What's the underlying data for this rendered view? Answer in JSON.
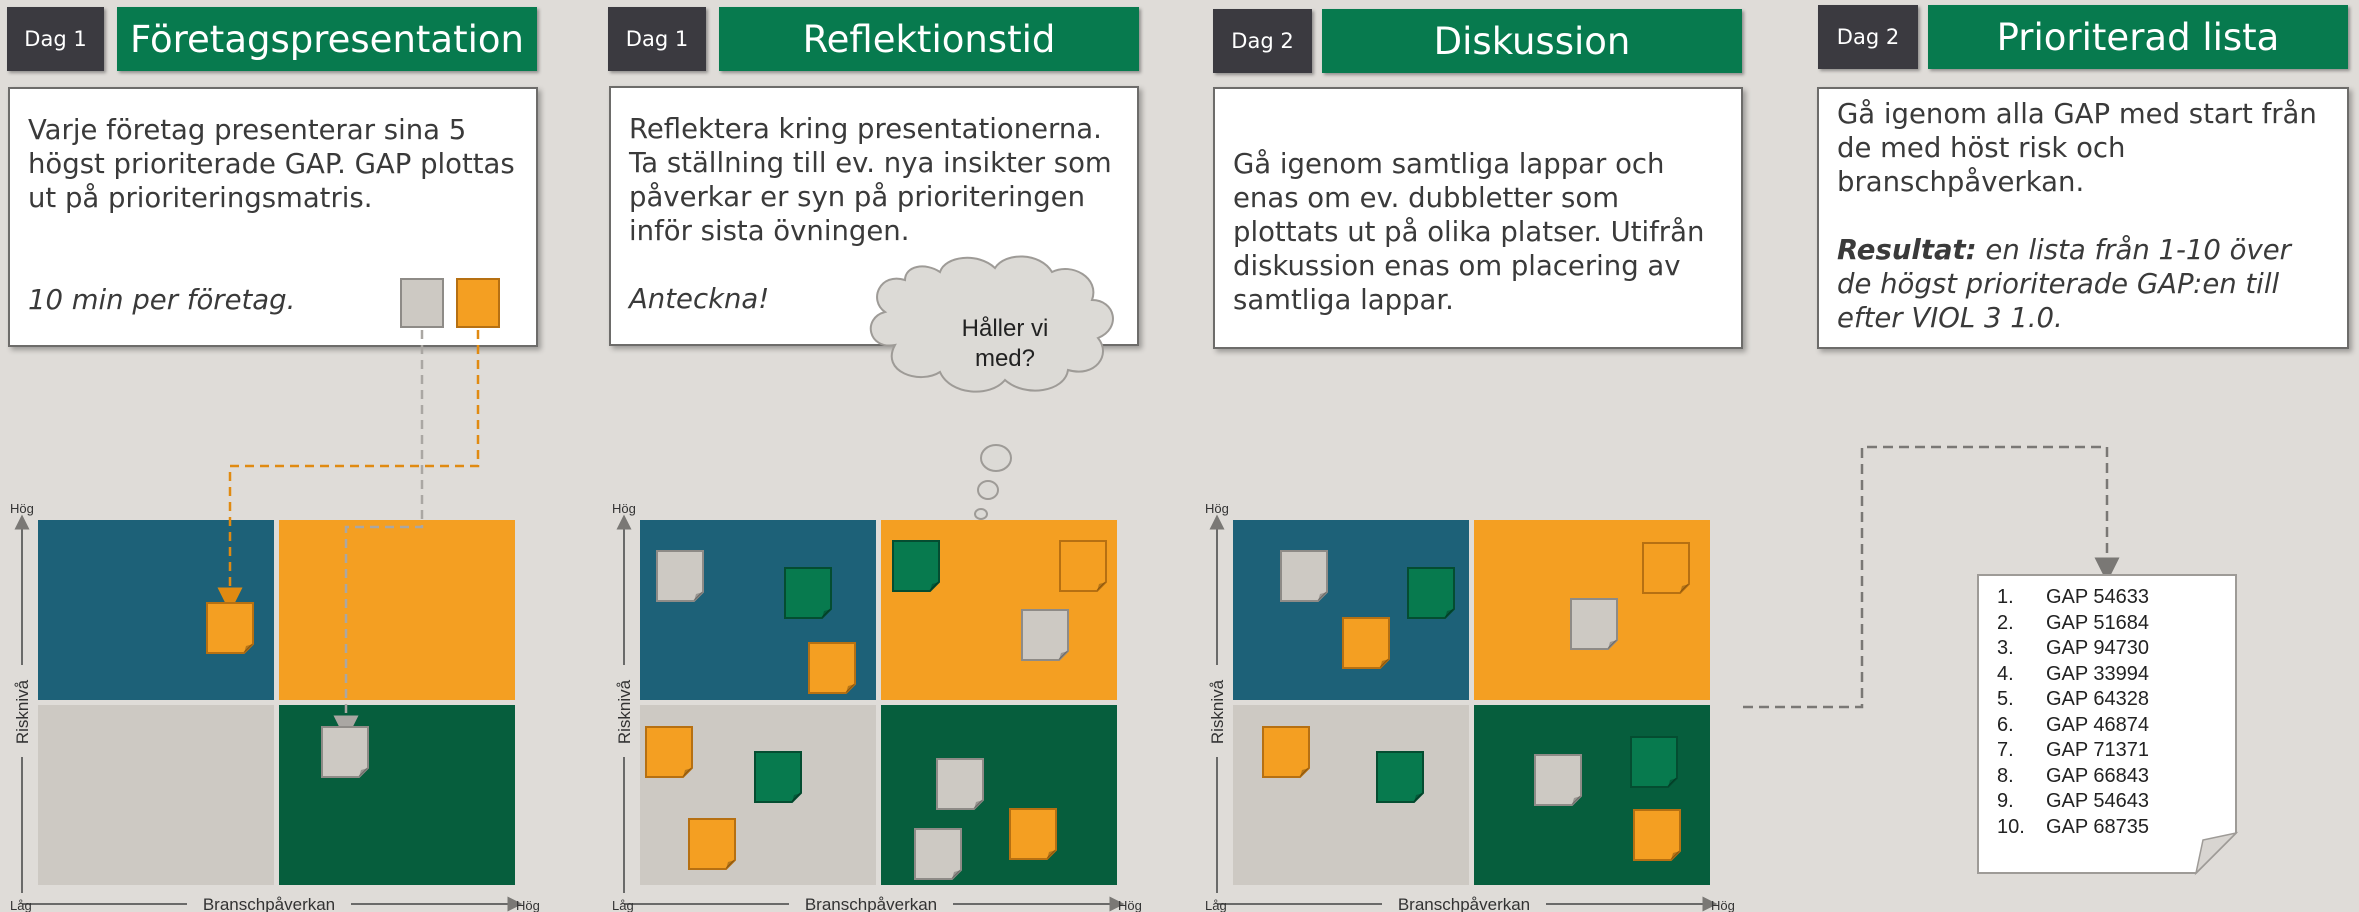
{
  "steps": [
    {
      "day": "Dag 1",
      "title": "Företagspresentation",
      "body": "Varje företag presenterar sina 5 högst prioriterade GAP. GAP plottas ut på prioriteringsmatris.",
      "note": "10 min per företag."
    },
    {
      "day": "Dag 1",
      "title": "Reflektionstid",
      "body": "Reflektera kring presentationerna. Ta ställning till ev. nya insikter som påverkar er syn på prioriteringen inför sista övningen.",
      "note": "Anteckna!"
    },
    {
      "day": "Dag 2",
      "title": "Diskussion",
      "body": "Gå igenom samtliga lappar och enas om ev. dubbletter som plottats ut på olika platser. Utifrån diskussion enas om placering av samtliga lappar."
    },
    {
      "day": "Dag 2",
      "title": "Prioriterad lista",
      "body": "Gå igenom alla GAP med start från de med höst risk och branschpåverkan.",
      "result_label": "Resultat:",
      "result_text": " en lista från 1-10 över de högst prioriterade GAP:en till efter VIOL 3 1.0."
    }
  ],
  "thought_bubble": "Håller vi med?",
  "matrix_axes": {
    "y_label": "Risknivå",
    "x_label": "Branschpåverkan",
    "low": "Låg",
    "high": "Hög"
  },
  "priority_list": [
    {
      "n": "1.",
      "gap": "GAP 54633"
    },
    {
      "n": "2.",
      "gap": "GAP 51684"
    },
    {
      "n": "3.",
      "gap": "GAP 94730"
    },
    {
      "n": "4.",
      "gap": "GAP 33994"
    },
    {
      "n": "5.",
      "gap": "GAP 64328"
    },
    {
      "n": "6.",
      "gap": "GAP 46874"
    },
    {
      "n": "7.",
      "gap": "GAP 71371"
    },
    {
      "n": "8.",
      "gap": "GAP 66843"
    },
    {
      "n": "9.",
      "gap": "GAP 54643"
    },
    {
      "n": "10.",
      "gap": "GAP 68735"
    }
  ],
  "colors": {
    "quadrant_top_left": "#1d6178",
    "quadrant_top_right": "#f49f22",
    "quadrant_bottom_left": "#cdc9c3",
    "quadrant_bottom_right": "#065e3d",
    "note_orange": "#f49f22",
    "note_gray": "#cdc9c3",
    "note_green": "#077a4e",
    "title_green": "#077a4e",
    "day_dark": "#3b3a40"
  }
}
